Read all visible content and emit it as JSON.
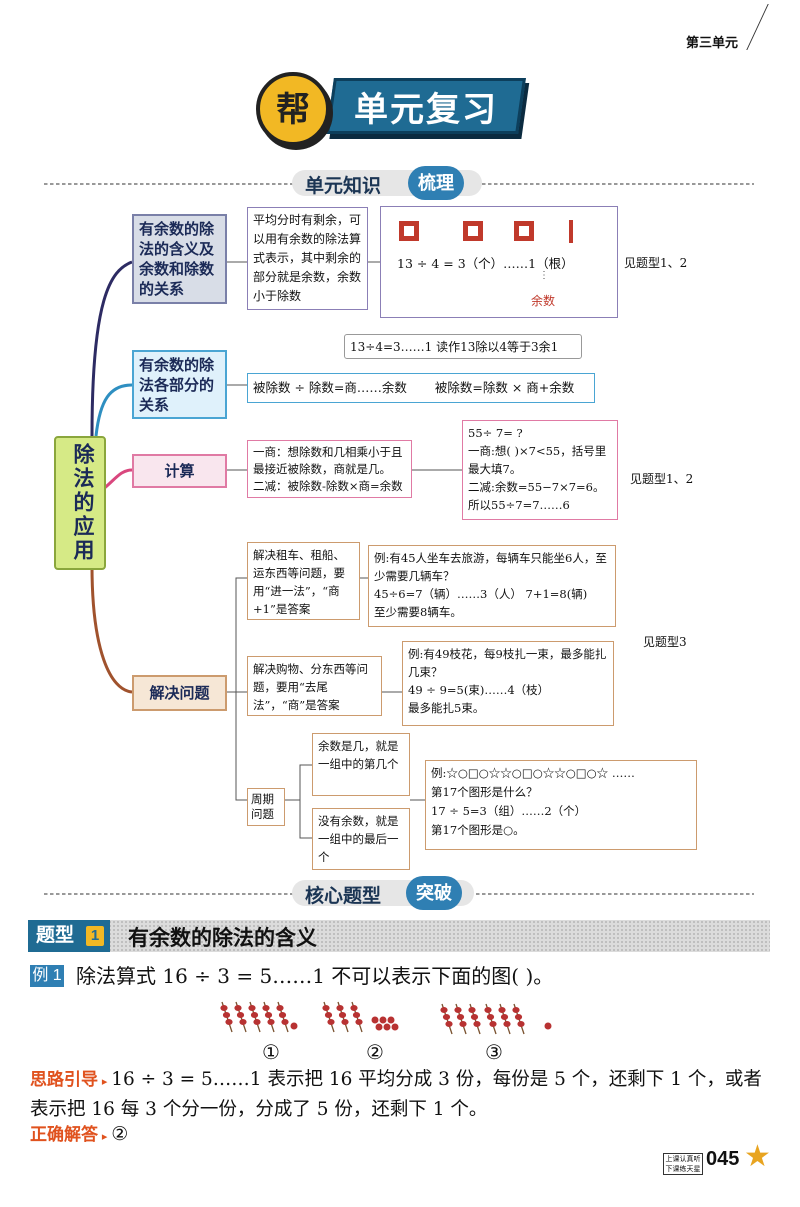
{
  "header": {
    "unit": "第三单元"
  },
  "title": {
    "badge": "帮",
    "text": "单元复习"
  },
  "section1": {
    "prefix": "单元知识",
    "circle": "梳理"
  },
  "mindmap": {
    "center": "除法的应用",
    "branches": [
      {
        "label": "有余数的除法的含义及余数和除数的关系",
        "note": "平均分时有剩余，可以用有余数的除法算式表示，其中剩余的部分就是余数，余数小于除数",
        "diagram": {
          "equation": "13 ÷ 4 = 3（个）……1（根）",
          "remainder_label": "余数",
          "read_as": "13÷4=3……1 读作13除以4等于3余1"
        },
        "see": "见题型1、2"
      },
      {
        "label": "有余数的除法各部分的关系",
        "formula1": "被除数 ÷ 除数=商……余数",
        "formula2": "被除数=除数 × 商+余数"
      },
      {
        "label": "计算",
        "method": [
          "一商：想除数和几相乘小于且最接近被除数，商就是几。",
          "二减：被除数-除数×商=余数"
        ],
        "example": [
          "55÷ 7= ?",
          "一商:想(  )×7<55，括号里最大填7。",
          "二减:余数=55−7×7=6。",
          "所以55÷7=7……6"
        ],
        "see": "见题型1、2"
      },
      {
        "label": "解决问题",
        "sub": [
          {
            "rule": "解决租车、租船、运东西等问题，要用“进一法”，“商+1”是答案",
            "example": [
              "例:有45人坐车去旅游，每辆车只能坐6人，至少需要几辆车？",
              "45÷6=7（辆）……3（人）    7+1=8(辆)",
              "至少需要8辆车。"
            ]
          },
          {
            "rule": "解决购物、分东西等问题，要用“去尾法”，“商”是答案",
            "example": [
              "例:有49枝花，每9枝扎一束，最多能扎几束？",
              "49 ÷ 9=5(束)……4（枝）",
              "最多能扎5束。"
            ]
          },
          {
            "rule": "周期问题",
            "cases": [
              "余数是几，就是一组中的第几个",
              "没有余数，就是一组中的最后一个"
            ],
            "example": [
              "例:☆○□○☆☆○□○☆☆○□○☆ ……",
              "第17个图形是什么？",
              "17 ÷ 5=3（组）……2（个）",
              "第17个图形是○。"
            ]
          }
        ],
        "see": "见题型3"
      }
    ]
  },
  "section2": {
    "prefix": "核心题型",
    "circle": "突破"
  },
  "type1": {
    "tag": "题型",
    "num": "1",
    "title": "有余数的除法的含义"
  },
  "example1": {
    "tag": "例 1",
    "question": "除法算式 16 ÷ 3 = 5……1 不可以表示下面的图(        )。",
    "options": [
      "①",
      "②",
      "③"
    ]
  },
  "solution": {
    "think_label": "思路引导",
    "think_text": "16 ÷ 3 = 5……1 表示把 16 平均分成 3 份，每份是 5 个，还剩下 1 个，或者表示把 16 每 3 个分一份，分成了 5 份，还剩下 1 个。",
    "answer_label": "正确解答",
    "answer": "②"
  },
  "footer": {
    "tagline": "上课认真听 下课练天星",
    "page": "045"
  }
}
